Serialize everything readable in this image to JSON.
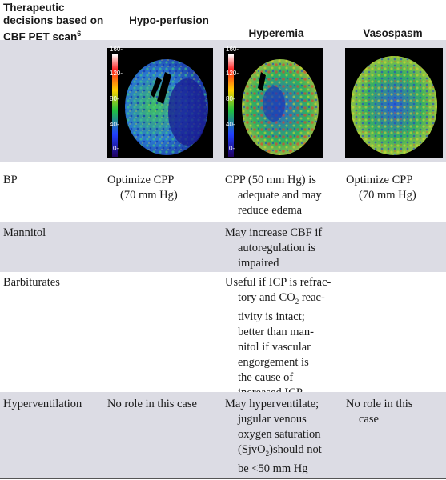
{
  "header": {
    "col1": "Therapeutic decisions based on CBF PET scan",
    "col1_sup": "6",
    "col2": "Hypo-perfusion",
    "col3": "Hyperemia",
    "col4": "Vasospasm"
  },
  "scale": {
    "ticks": [
      "160-",
      "120-",
      "80-",
      "40-",
      "0-"
    ]
  },
  "rows": [
    {
      "label": "BP",
      "c2": [
        "Optimize CPP",
        "(70 mm Hg)"
      ],
      "c3": [
        "CPP (50 mm Hg) is",
        "adequate and may",
        "reduce edema"
      ],
      "c4": [
        "Optimize CPP",
        "(70 mm Hg)"
      ]
    },
    {
      "label": "Mannitol",
      "c2": [],
      "c3": [
        "May increase CBF if",
        "autoregulation is",
        "impaired"
      ],
      "c4": []
    },
    {
      "label": "Barbiturates",
      "c2": [],
      "c3": [
        "Useful if ICP is refrac-",
        "tory and CO",
        "2",
        " reac-",
        "tivity is intact;",
        "better than man-",
        "nitol if vascular",
        "engorgement is",
        "the cause of",
        "increased ICP"
      ],
      "c4": []
    },
    {
      "label": "Hyperventilation",
      "c2": [
        "No role in this case"
      ],
      "c3": [
        "May hyperventilate;",
        "jugular venous",
        "oxygen saturation",
        "(SjvO",
        "2",
        ")should not",
        "be <50 mm Hg"
      ],
      "c4": [
        "No role in this",
        "case"
      ]
    }
  ]
}
